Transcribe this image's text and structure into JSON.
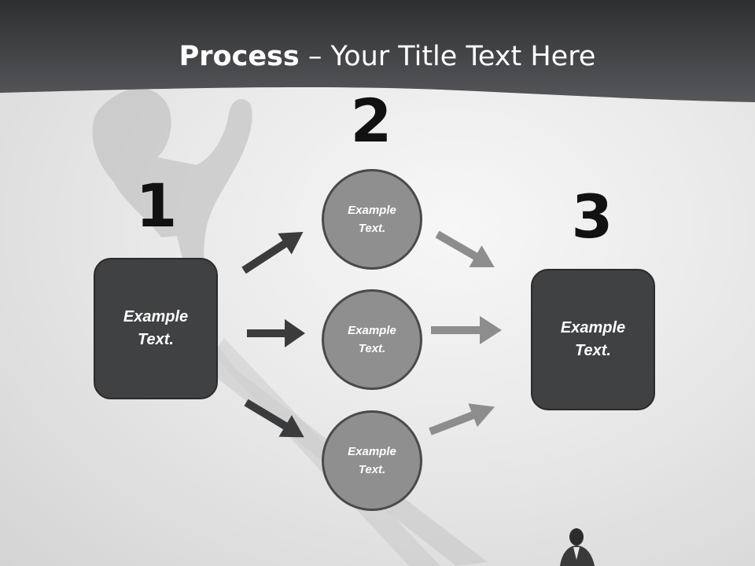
{
  "title": {
    "bold": "Process",
    "rest": " – Your Title Text Here"
  },
  "steps": [
    {
      "number": "1",
      "box": {
        "line1": "Example",
        "line2": "Text."
      }
    },
    {
      "number": "2",
      "circles": [
        {
          "line1": "Example",
          "line2": "Text."
        },
        {
          "line1": "Example",
          "line2": "Text."
        },
        {
          "line1": "Example",
          "line2": "Text."
        }
      ]
    },
    {
      "number": "3",
      "box": {
        "line1": "Example",
        "line2": "Text."
      }
    }
  ],
  "colors": {
    "header": "#3a3b3d",
    "box": "#404143",
    "circle": "#8f8f8f",
    "arrow_dark": "#3a3b3d",
    "arrow_light": "#8d8d8d"
  }
}
